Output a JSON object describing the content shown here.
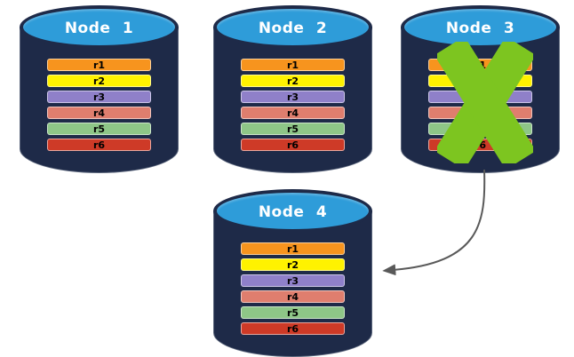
{
  "diagram": {
    "background_color": "#FFFFFF",
    "nodes": [
      {
        "title": "Node 1",
        "failed": false,
        "rows": [
          "r1",
          "r2",
          "r3",
          "r4",
          "r5",
          "r6"
        ]
      },
      {
        "title": "Node 2",
        "failed": false,
        "rows": [
          "r1",
          "r2",
          "r3",
          "r4",
          "r5",
          "r6"
        ]
      },
      {
        "title": "Node 3",
        "failed": true,
        "rows": [
          "r1",
          "r2",
          "r3",
          "r4",
          "r5",
          "r6"
        ]
      },
      {
        "title": "Node 4",
        "failed": false,
        "rows": [
          "r1",
          "r2",
          "r3",
          "r4",
          "r5",
          "r6"
        ]
      }
    ],
    "row_colors": {
      "r1": "#F7941E",
      "r2": "#FFF200",
      "r3": "#8F80C9",
      "r4": "#DF7E6E",
      "r5": "#8EC687",
      "r6": "#CE3A27"
    },
    "colors": {
      "cylinder_body": "#1E2A48",
      "cylinder_top": "#2E9CD9",
      "node_title_text": "#FFFFFF",
      "row_text": "#000000",
      "x_mark": "#7DC520",
      "arrow": "#595959",
      "background": "#FFFFFF"
    },
    "icons": {
      "failure": "x-mark",
      "failover": "curved-arrow"
    }
  }
}
